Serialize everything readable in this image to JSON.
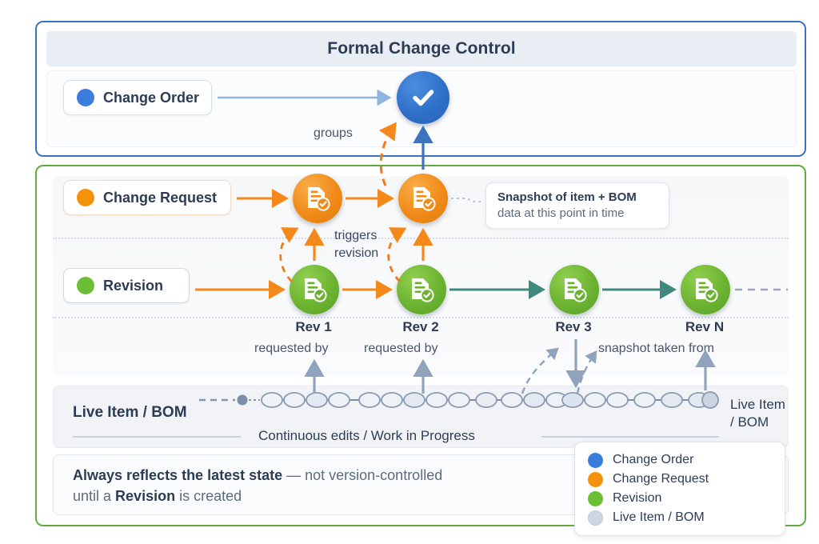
{
  "top_panel": {
    "title": "Formal Change Control",
    "pill": {
      "label": "Change Order",
      "color": "#3b7ddd",
      "icon": "blue-dot-icon"
    },
    "node_icon": "check-circle-icon",
    "arrow_label_groups": "groups"
  },
  "bottom_panel": {
    "change_request": {
      "pill": {
        "label": "Change Request",
        "color": "#f5920b",
        "icon": "orange-dot-icon"
      },
      "nodes": [
        {
          "id": "cr1",
          "icon": "document-check-icon"
        },
        {
          "id": "cr2",
          "icon": "document-check-icon"
        }
      ]
    },
    "revision": {
      "pill": {
        "label": "Revision",
        "color": "#6cbf35",
        "icon": "green-dot-icon"
      },
      "nodes": [
        {
          "id": "rev1",
          "label": "Rev 1",
          "icon": "document-check-icon"
        },
        {
          "id": "rev2",
          "label": "Rev 2",
          "icon": "document-check-icon"
        },
        {
          "id": "rev3",
          "label": "Rev 3",
          "icon": "document-check-icon"
        },
        {
          "id": "revN",
          "label": "Rev N",
          "icon": "document-check-icon"
        }
      ]
    },
    "annotations": {
      "triggers_revision_l1": "triggers",
      "triggers_revision_l2": "revision",
      "requested_by_1": "requested by",
      "requested_by_2": "requested by",
      "snapshot_taken_from": "snapshot taken from"
    },
    "snapshot_callout": {
      "line1": "Snapshot of item + BOM",
      "line2": "data at this point in time"
    },
    "live_band": {
      "label": "Live Item / BOM",
      "right_label_line1": "Live Item",
      "right_label_line2": "/ BOM",
      "caption": "Continuous edits / Work in Progress",
      "node_count": 22
    },
    "note": {
      "bold_1": "Always reflects the latest state",
      "plain_1": " — not version-controlled",
      "plain_2": "until a ",
      "bold_2": "Revision",
      "plain_3": " is created"
    }
  },
  "legend": {
    "items": [
      {
        "label": "Change Order",
        "color": "#3b7ddd"
      },
      {
        "label": "Change Request",
        "color": "#f5920b"
      },
      {
        "label": "Revision",
        "color": "#6cbf35"
      },
      {
        "label": "Live Item / BOM",
        "color": "#c9d2de"
      }
    ]
  },
  "colors": {
    "blue_border": "#3b72c4",
    "green_border": "#64ab3f",
    "orange_arrow": "#f5881a",
    "teal_arrow": "#3f8a7d",
    "slate_arrow": "#8fa3bd",
    "blue_arrow": "#8fb4e0"
  }
}
